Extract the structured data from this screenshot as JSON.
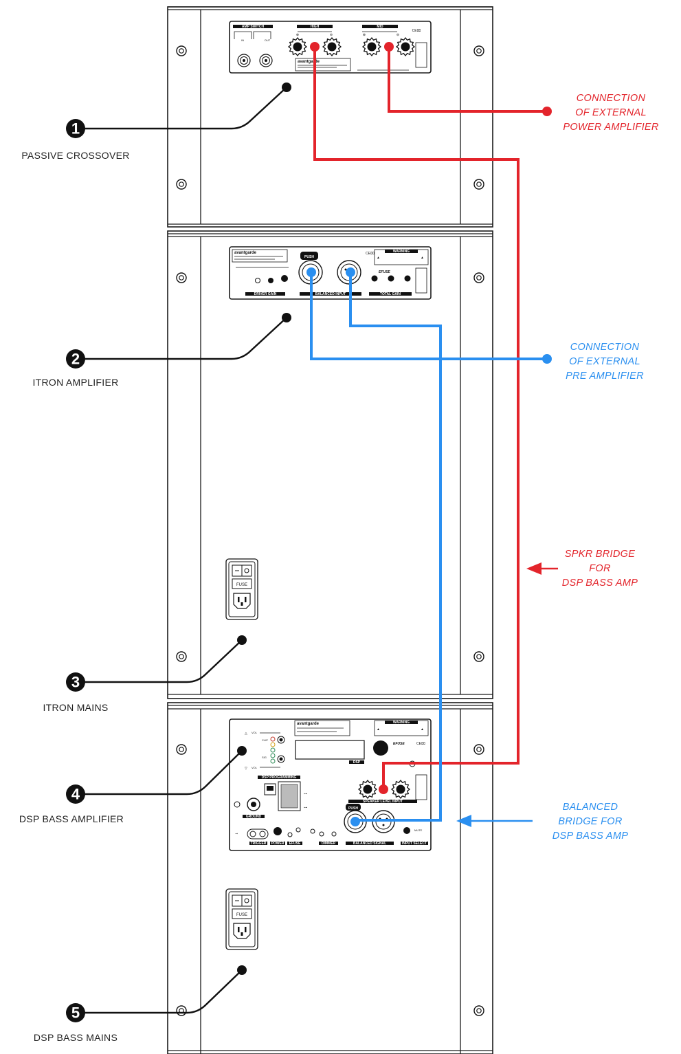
{
  "components": [
    {
      "num": "1",
      "label": "PASSIVE CROSSOVER"
    },
    {
      "num": "2",
      "label": "ITRON AMPLIFIER"
    },
    {
      "num": "3",
      "label": "ITRON MAINS"
    },
    {
      "num": "4",
      "label": "DSP BASS AMPLIFIER"
    },
    {
      "num": "5",
      "label": "DSP BASS MAINS"
    }
  ],
  "annotations": {
    "power_amp": [
      "CONNECTION",
      "OF EXTERNAL",
      "POWER AMPLIFIER"
    ],
    "pre_amp": [
      "CONNECTION",
      "OF EXTERNAL",
      "PRE AMPLIFIER"
    ],
    "spkr_bridge": [
      "SPKR BRIDGE",
      "FOR",
      "DSP BASS AMP"
    ],
    "balanced_bridge": [
      "BALANCED",
      "BRIDGE FOR",
      "DSP BASS AMP"
    ]
  },
  "panel_text": {
    "amp_switch": "AMP SWITCH",
    "in": "IN",
    "out": "OUT",
    "high": "HIGH",
    "mid": "MID",
    "brand": "avantgarde",
    "push": "PUSH",
    "balanced_input": "BALANCED INPUT",
    "total_gain": "TOTAL GAIN",
    "driver_gain": "DRIVER GAIN",
    "efuse": "EFUSE",
    "warning": "WARNING",
    "fuse": "FUSE",
    "vol": "VOL",
    "clip": "CLIP",
    "sig": "SIG",
    "dsp": "DSP",
    "dsp_programming": "DSP PROGRAMMING",
    "ground": "GROUND",
    "speaker_level_input": "SPEAKER LEVEL INPUT",
    "balanced_signal": "BALANCED SIGNAL",
    "input_select": "INPUT SELECT",
    "mute": "MUTE",
    "trigger": "TRIGGER",
    "power": "POWER",
    "dimmer": "DIMMER"
  },
  "colors": {
    "red_wire": "#e3242b",
    "blue_wire": "#2a8ff0",
    "outline": "#1a1a1a"
  }
}
